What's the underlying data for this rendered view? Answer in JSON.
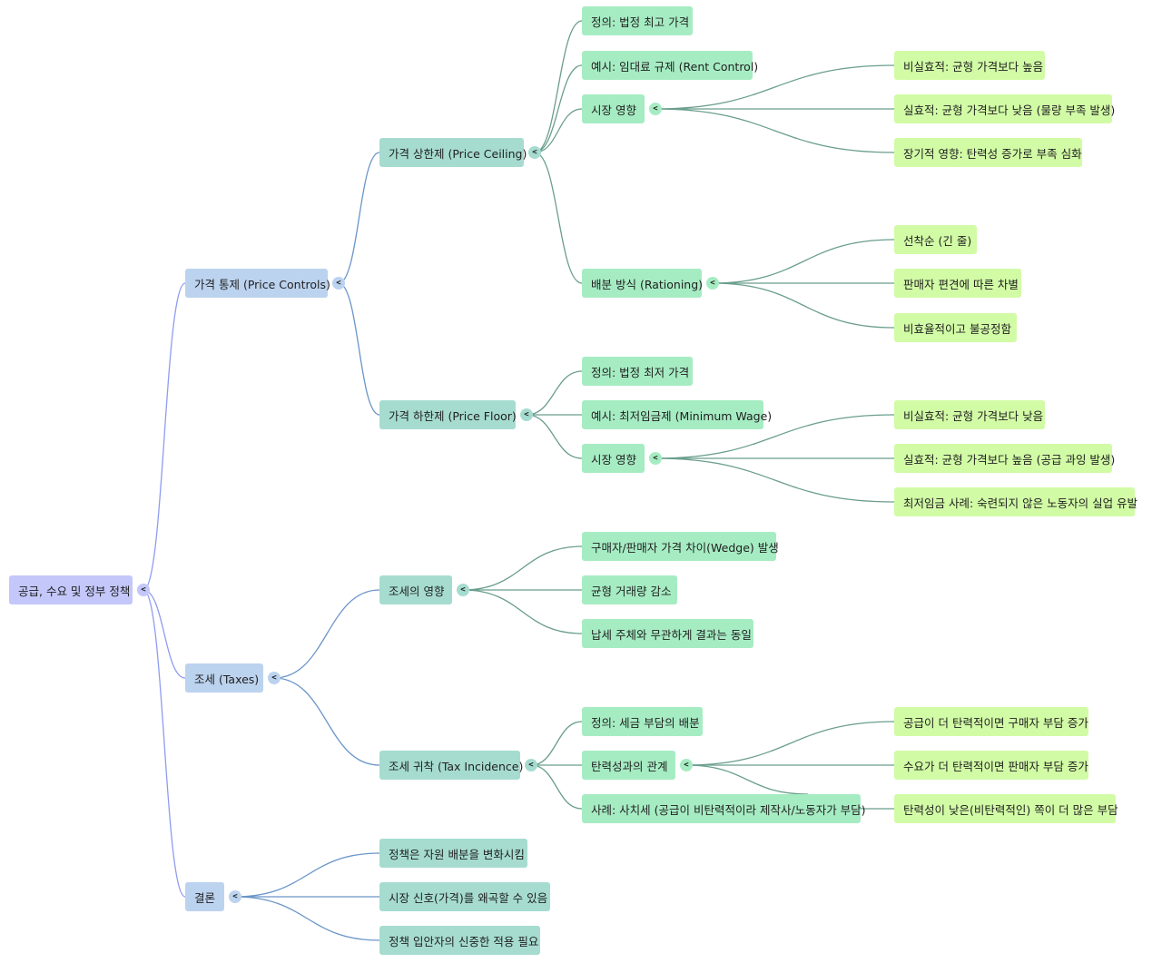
{
  "mindmap": {
    "root": "공급, 수요 및 정부 정책",
    "price_controls": {
      "label": "가격 통제 (Price Controls)",
      "ceiling": {
        "label": "가격 상한제 (Price Ceiling)",
        "definition": "정의: 법정 최고 가격",
        "example": "예시: 임대료 규제 (Rent Control)",
        "market_effect": {
          "label": "시장 영향",
          "items": [
            "비실효적: 균형 가격보다 높음",
            "실효적: 균형 가격보다 낮음 (물량 부족 발생)",
            "장기적 영향: 탄력성 증가로 부족 심화"
          ]
        },
        "rationing": {
          "label": "배분 방식 (Rationing)",
          "items": [
            "선착순 (긴 줄)",
            "판매자 편견에 따른 차별",
            "비효율적이고 불공정함"
          ]
        }
      },
      "floor": {
        "label": "가격 하한제 (Price Floor)",
        "definition": "정의: 법정 최저 가격",
        "example": "예시: 최저임금제 (Minimum Wage)",
        "market_effect": {
          "label": "시장 영향",
          "items": [
            "비실효적: 균형 가격보다 낮음",
            "실효적: 균형 가격보다 높음 (공급 과잉 발생)",
            "최저임금 사례: 숙련되지 않은 노동자의 실업 유발"
          ]
        }
      }
    },
    "taxes": {
      "label": "조세 (Taxes)",
      "effect": {
        "label": "조세의 영향",
        "items": [
          "구매자/판매자 가격 차이(Wedge) 발생",
          "균형 거래량 감소",
          "납세 주체와 무관하게 결과는 동일"
        ]
      },
      "incidence": {
        "label": "조세 귀착 (Tax Incidence)",
        "definition": "정의: 세금 부담의 배분",
        "elasticity": {
          "label": "탄력성과의 관계",
          "items": [
            "공급이 더 탄력적이면 구매자 부담 증가",
            "수요가 더 탄력적이면 판매자 부담 증가",
            "탄력성이 낮은(비탄력적인) 쪽이 더 많은 부담"
          ]
        },
        "example": "사례: 사치세 (공급이 비탄력적이라 제작사/노동자가 부담)"
      }
    },
    "conclusion": {
      "label": "결론",
      "items": [
        "정책은 자원 배분을 변화시킴",
        "시장 신호(가격)를 왜곡할 수 있음",
        "정책 입안자의 신중한 적용 필요"
      ]
    },
    "toggle_glyph": "<"
  },
  "colors": {
    "root": "#c3c7fa",
    "level1": "#bcd3ef",
    "level2": "#a6dcd0",
    "level3": "#a6ecc3",
    "level4": "#d2fba6",
    "link_root": "#8f9cf0",
    "link_level1": "#6a95c9",
    "link_level2": "#6a9e8c"
  }
}
